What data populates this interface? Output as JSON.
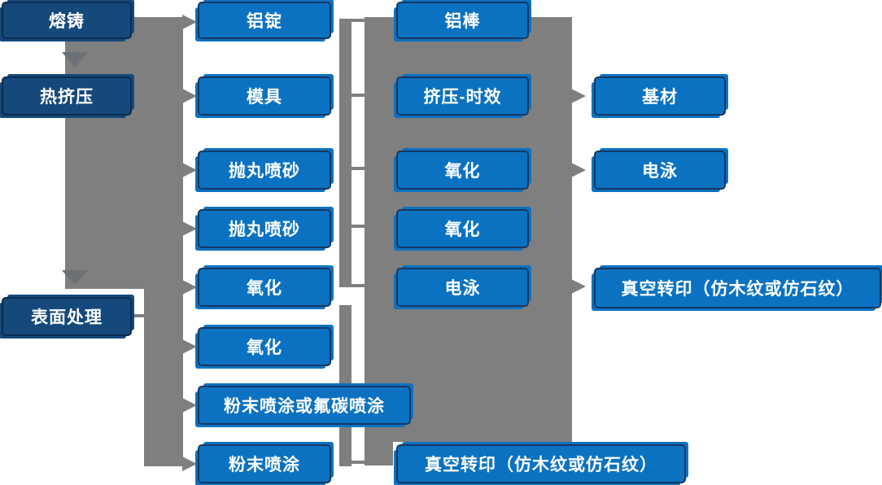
{
  "colors": {
    "node_blue": "#0b72c2",
    "node_dark_blue": "#15497c",
    "node_border": "#17375e",
    "node_dark_border": "#0c2d4e",
    "connector_gray": "#7f7f7f",
    "down_arrow_gray": "#6c7177",
    "text": "#ffffff"
  },
  "flowchart": {
    "column1": [
      {
        "label": "熔铸"
      },
      {
        "label": "热挤压"
      },
      {
        "label": "表面处理"
      }
    ],
    "column2": [
      {
        "label": "铝锭"
      },
      {
        "label": "模具"
      },
      {
        "label": "抛丸喷砂"
      },
      {
        "label": "抛丸喷砂"
      },
      {
        "label": "氧化"
      },
      {
        "label": "氧化"
      },
      {
        "label": "粉末喷涂或氟碳喷涂"
      },
      {
        "label": "粉末喷涂"
      }
    ],
    "column3": [
      {
        "label": "铝棒"
      },
      {
        "label": "挤压-时效"
      },
      {
        "label": "氧化"
      },
      {
        "label": "氧化"
      },
      {
        "label": "电泳"
      },
      {
        "label": "真空转印（仿木纹或仿石纹）"
      }
    ],
    "column4": [
      {
        "label": "基材"
      },
      {
        "label": "电泳"
      },
      {
        "label": "真空转印（仿木纹或仿石纹）"
      }
    ]
  }
}
